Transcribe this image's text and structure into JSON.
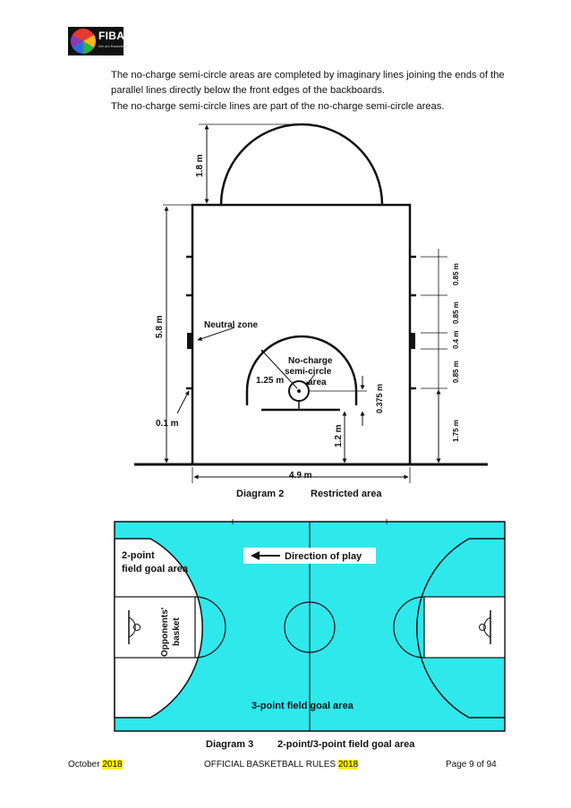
{
  "logo": {
    "name": "FIBA",
    "tagline": "We are Basketball"
  },
  "paragraphs": [
    "The no-charge semi-circle areas are completed by imaginary lines joining the ends of the parallel lines directly below the front edges of the backboards.",
    "The no-charge semi-circle lines are part of the no-charge semi-circle areas."
  ],
  "diagram2": {
    "dimensions": {
      "top": "1.8 m",
      "height": "5.8 m",
      "small": "0.1 m",
      "width": "4.9 m",
      "radius": "1.25 m",
      "center_to_line": "0.375 m",
      "baseline_to_line": "1.2 m",
      "r_085a": "0.85 m",
      "r_085b": "0.85 m",
      "r_04": "0.4 m",
      "r_085c": "0.85 m",
      "r_175": "1.75 m"
    },
    "labels": {
      "neutral": "Neutral zone",
      "nocharge_1": "No-charge",
      "nocharge_2": "semi-circle",
      "nocharge_3": "area"
    },
    "caption_number": "Diagram 2",
    "caption_title": "Restricted area"
  },
  "diagram3": {
    "labels": {
      "two_point_1": "2-point",
      "two_point_2": "field goal area",
      "opponents_1": "Opponents'",
      "opponents_2": "basket",
      "direction": "Direction of play",
      "three_point": "3-point field goal area"
    },
    "court_color": "#2ee8ec",
    "caption_number": "Diagram 3",
    "caption_title": "2-point/3-point field goal area"
  },
  "footer": {
    "left_text": "October ",
    "left_year": "2018",
    "center_text": "OFFICIAL BASKETBALL RULES ",
    "center_year": "2018",
    "right": "Page 9 of 94"
  },
  "colors": {
    "highlight": "#ffef00"
  }
}
